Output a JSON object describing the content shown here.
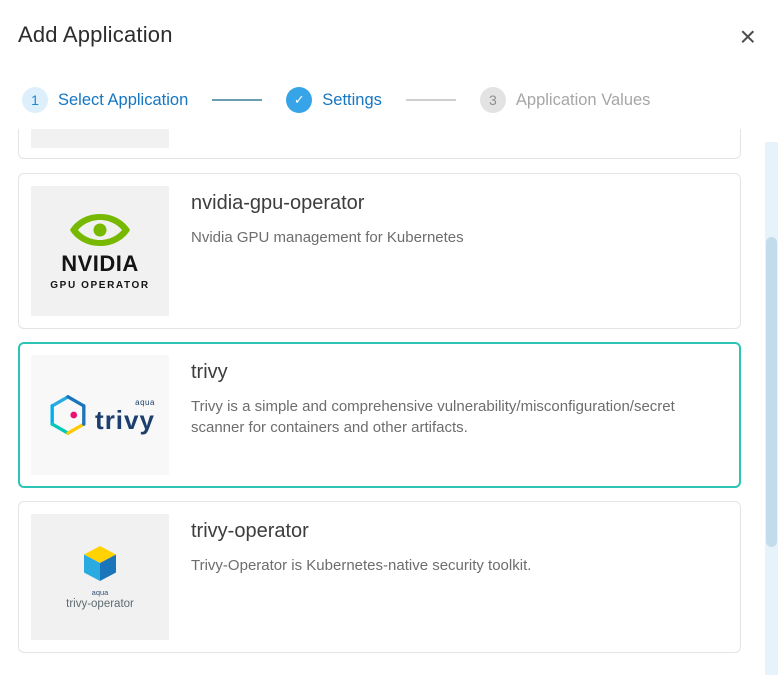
{
  "modal": {
    "title": "Add Application",
    "close_glyph": "×"
  },
  "stepper": {
    "steps": [
      {
        "number": "1",
        "label": "Select Application",
        "state": "active"
      },
      {
        "check": "✓",
        "label": "Settings",
        "state": "done"
      },
      {
        "number": "3",
        "label": "Application Values",
        "state": "pending"
      }
    ]
  },
  "applications": [
    {
      "name": "nvidia-gpu-operator",
      "description": "Nvidia GPU management for Kubernetes",
      "selected": false
    },
    {
      "name": "trivy",
      "description": "Trivy is a simple and comprehensive vulnerability/misconfiguration/secret scanner for containers and other artifacts.",
      "selected": true
    },
    {
      "name": "trivy-operator",
      "description": "Trivy-Operator is Kubernetes-native security toolkit.",
      "selected": false
    }
  ],
  "logos": {
    "nvidia": {
      "brand": "NVIDIA",
      "sub": "GPU OPERATOR"
    },
    "trivy": {
      "brand": "trivy",
      "sub": "aqua"
    },
    "trivy_operator": {
      "brand": "trivy-operator",
      "sub": "aqua"
    }
  },
  "colors": {
    "accent_blue": "#1b86d8",
    "selected_teal": "#2cc5b5",
    "nvidia_green": "#76b900",
    "pending_gray": "#a6a6a6"
  }
}
